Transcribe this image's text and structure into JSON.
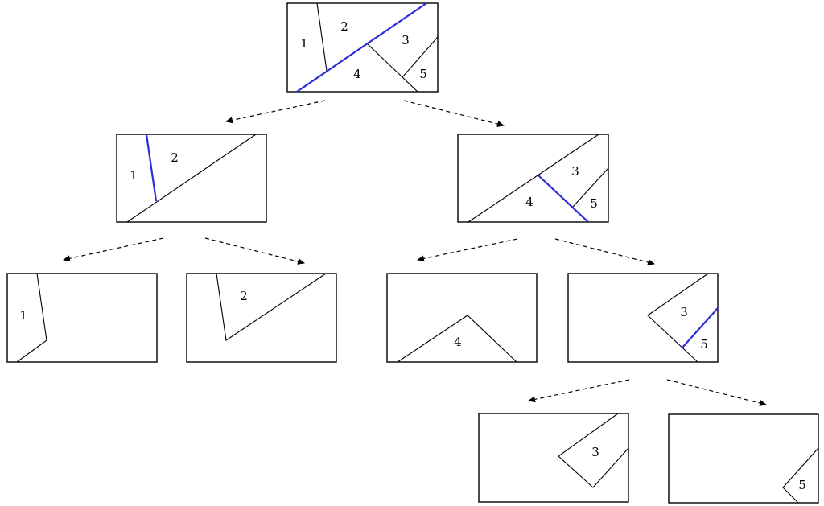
{
  "colors": {
    "line": "#000000",
    "cut_line": "#2b2bd9",
    "background": "#ffffff"
  },
  "labels": {
    "root": [
      "1",
      "2",
      "3",
      "4",
      "5"
    ],
    "left": [
      "1",
      "2"
    ],
    "right": [
      "3",
      "4",
      "5"
    ],
    "leaf_1": "1",
    "leaf_2": "2",
    "leaf_4": "4",
    "node_35": [
      "3",
      "5"
    ],
    "leaf_3": "3",
    "leaf_5": "5"
  }
}
